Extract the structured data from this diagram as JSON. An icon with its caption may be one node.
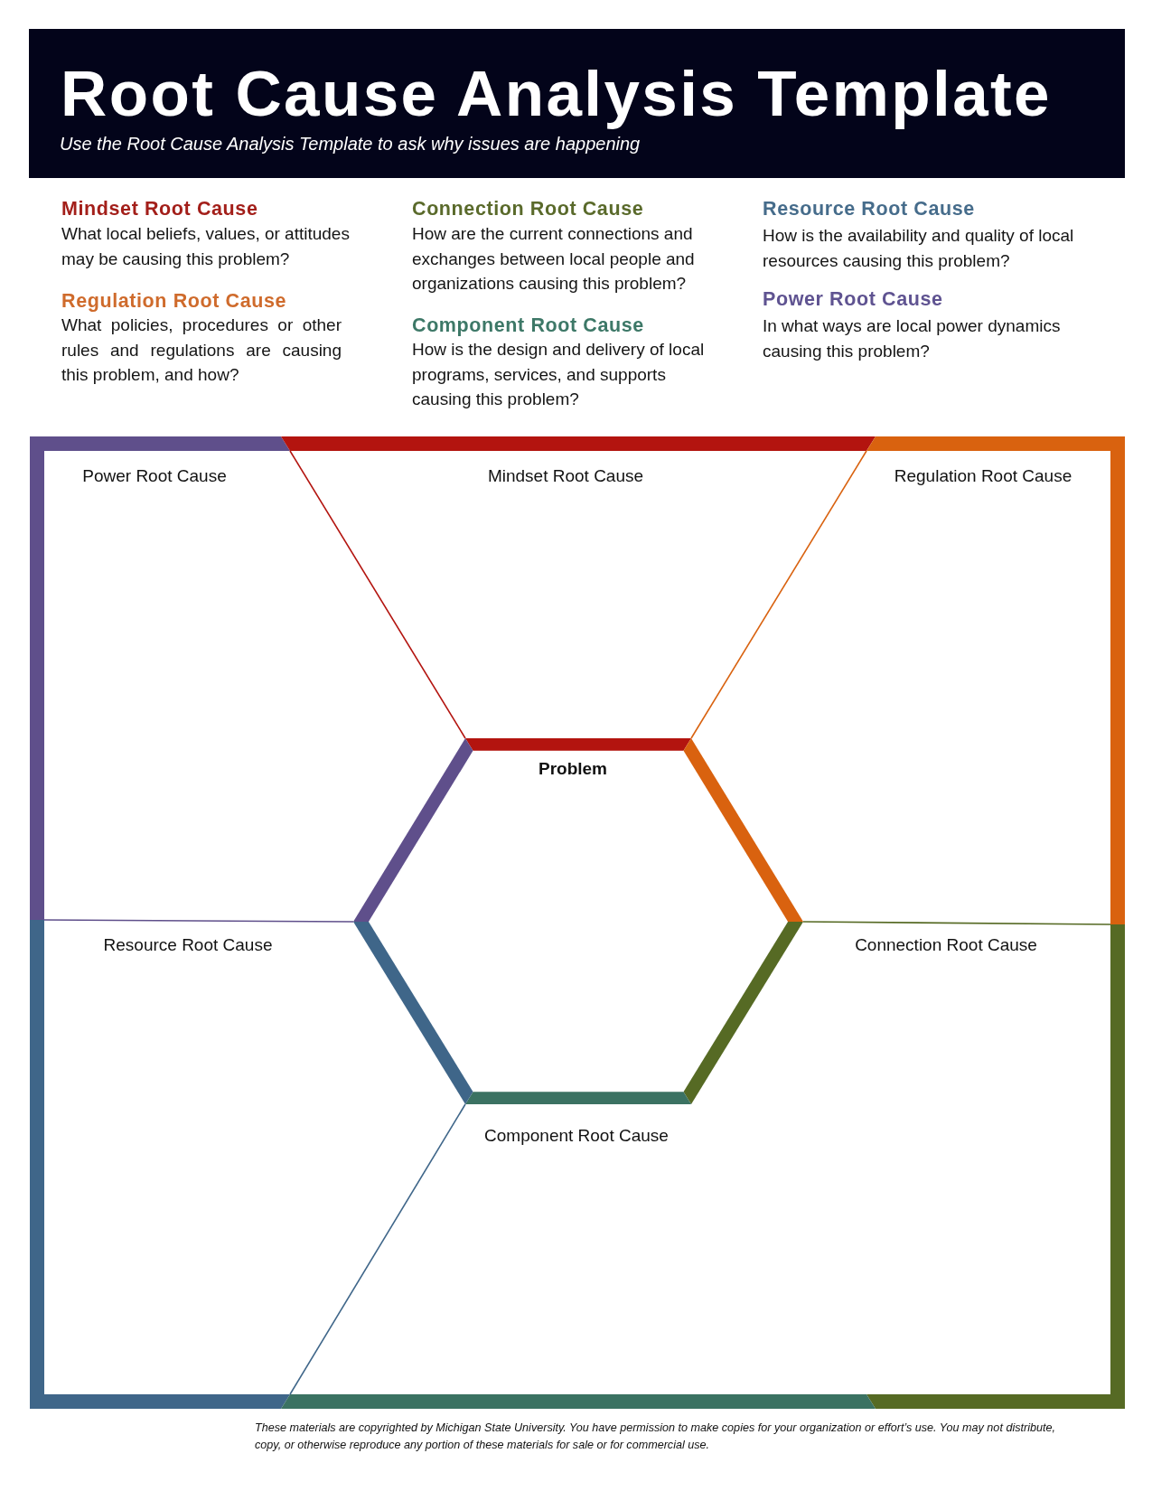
{
  "diagram": {
    "title": "Root Cause Analysis Template",
    "nodes": [
      {
        "text": [
          "Power Root Cause"
        ]
      },
      {
        "text": [
          "Mindset Root Cause"
        ]
      },
      {
        "text": [
          "Regulation Root Cause"
        ]
      },
      {
        "text": [
          "Problem"
        ]
      },
      {
        "text": [
          "Resource Root Cause"
        ]
      },
      {
        "text": [
          "Connection Root Cause"
        ]
      },
      {
        "text": [
          "Component Root Cause"
        ]
      }
    ],
    "labels": [
      "Use the Root Cause Analysis Template to ask why issues are happening",
      "Mindset Root Cause",
      "What local beliefs, values, or attitudes may be causing this problem?",
      "Regulation Root Cause",
      "What policies, procedures or other rules and regulations are causing this problem, and how?",
      "Connection Root Cause",
      "How are the current connections and exchanges between local people and organizations causing this problem?",
      "Component Root Cause",
      "How is the design and delivery of local programs, services, and supports causing this problem?",
      "Resource Root Cause",
      "How is the availability and quality of local resources causing this problem?",
      "Power Root Cause",
      "In what ways are local power dynamics causing this problem?",
      "These materials are copyrighted by Michigan State University. You have permission to make copies for your organization or effort’s use. You may not distribute, copy, or otherwise reproduce any portion of these materials for sale or for commercial use."
    ]
  }
}
